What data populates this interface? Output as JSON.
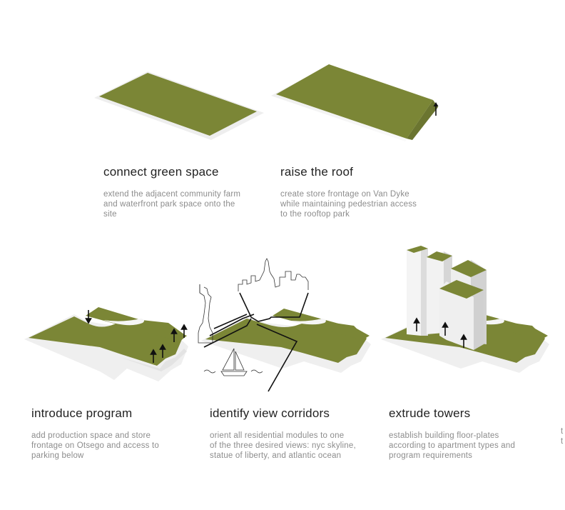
{
  "colors": {
    "green": "#7b8636",
    "green_dark": "#6b7530",
    "slab": "#f2f2f2",
    "tower": "#efefef",
    "ink": "#222222",
    "desc": "#8c8c8c"
  },
  "steps": [
    {
      "title": "connect green space",
      "desc": [
        "extend the adjacent community farm",
        "and waterfront park space onto the",
        "site"
      ]
    },
    {
      "title": "raise the roof",
      "desc": [
        "create store frontage on Van Dyke",
        "while maintaining pedestrian access",
        "to the rooftop park"
      ]
    },
    {
      "title": "introduce program",
      "desc": [
        "add production space and store",
        "frontage on Otsego and access to",
        "parking below"
      ]
    },
    {
      "title": "identify view corridors",
      "desc": [
        "orient all residential modules to one",
        "of the three desired views: nyc skyline,",
        "statue of liberty, and atlantic ocean"
      ]
    },
    {
      "title": "extrude towers",
      "desc": [
        "establish building floor-plates",
        "according to apartment types and",
        "program requirements"
      ]
    }
  ],
  "clipped_text": [
    "t",
    "t"
  ]
}
